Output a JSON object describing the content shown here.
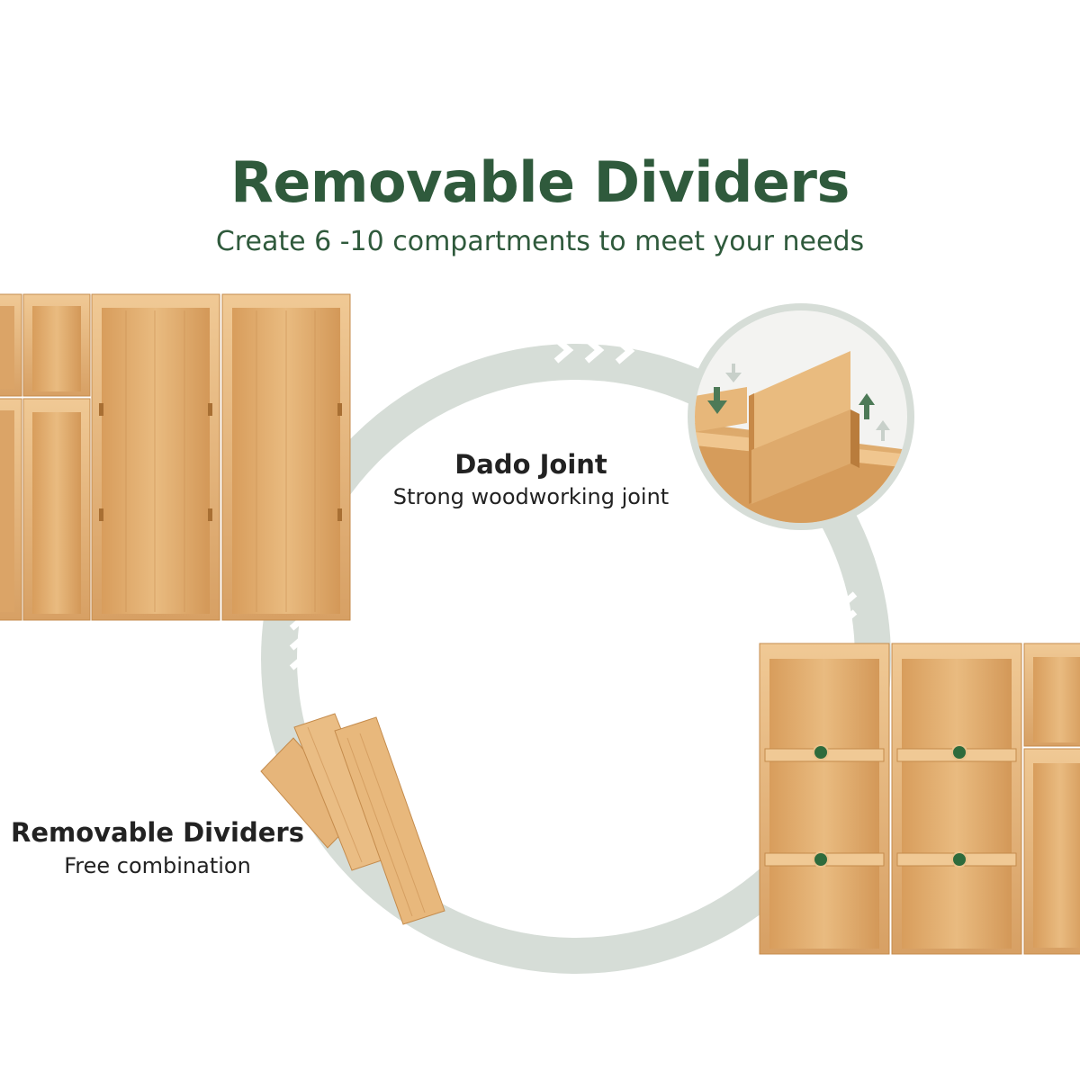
{
  "header": {
    "title": "Removable Dividers",
    "subtitle": "Create 6 -10 compartments to meet your needs"
  },
  "callouts": [
    {
      "title": "Dado Joint",
      "subtitle": "Strong woodworking joint"
    },
    {
      "title": "Removable Dividers",
      "subtitle": "Free combination"
    }
  ],
  "colors": {
    "heading": "#2f5a3c",
    "text": "#222222",
    "ring": "#d6ddd7",
    "chevron": "#ffffff",
    "bamboo_light": "#e8b97d",
    "bamboo_mid": "#d9a466",
    "bamboo_dark": "#b87c3e",
    "arrow_green": "#4d7a57",
    "arrow_grey": "#c8d0ca",
    "peg_green": "#2e6b3c"
  },
  "icons": [
    "arrow-down-icon",
    "arrow-up-icon",
    "chevron-icon",
    "peg-icon"
  ]
}
